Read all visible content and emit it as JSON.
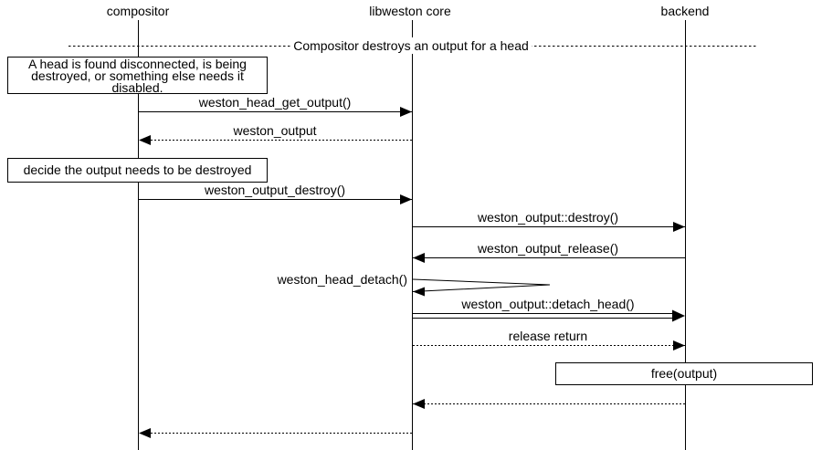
{
  "participants": [
    {
      "name": "compositor"
    },
    {
      "name": "libweston core"
    },
    {
      "name": "backend"
    }
  ],
  "divider": {
    "label": "Compositor destroys an output for a head"
  },
  "notes": [
    {
      "lines": [
        "A head is found disconnected, is being",
        "destroyed, or something else needs it",
        "disabled."
      ]
    },
    {
      "text": "decide the output needs to be destroyed"
    },
    {
      "text": "free(output)"
    }
  ],
  "messages": [
    {
      "label": "weston_head_get_output()",
      "from": "compositor",
      "to": "libweston core",
      "type": "call"
    },
    {
      "label": "weston_output",
      "from": "libweston core",
      "to": "compositor",
      "type": "return"
    },
    {
      "label": "weston_output_destroy()",
      "from": "compositor",
      "to": "libweston core",
      "type": "call"
    },
    {
      "label": "weston_output::destroy()",
      "from": "libweston core",
      "to": "backend",
      "type": "call"
    },
    {
      "label": "weston_output_release()",
      "from": "backend",
      "to": "libweston core",
      "type": "call"
    },
    {
      "label": "weston_head_detach()",
      "from": "libweston core",
      "to": "libweston core",
      "type": "self-call"
    },
    {
      "label": "weston_output::detach_head()",
      "from": "libweston core",
      "to": "backend",
      "type": "emphasized-call"
    },
    {
      "label": "release return",
      "from": "libweston core",
      "to": "backend",
      "type": "return"
    },
    {
      "label": "",
      "from": "backend",
      "to": "libweston core",
      "type": "return"
    },
    {
      "label": "",
      "from": "libweston core",
      "to": "compositor",
      "type": "return"
    }
  ],
  "colors": {
    "line": "#000000",
    "background": "#ffffff"
  }
}
